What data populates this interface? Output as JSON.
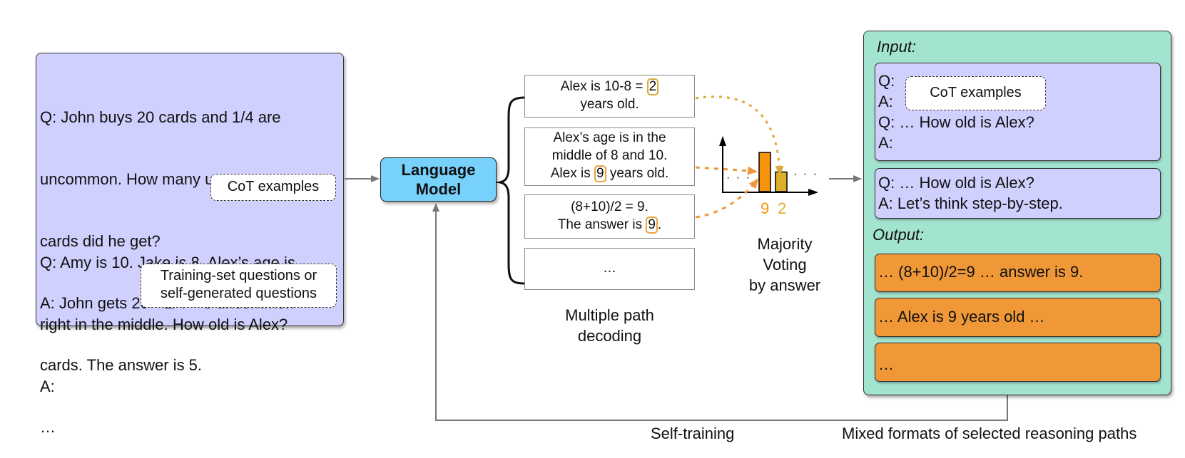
{
  "left_panel": {
    "lines": [
      "Q: John buys 20 cards and 1/4 are",
      "uncommon. How many uncommon",
      "cards did he get?",
      "A: John gets 20 * 1/4 = 5 uncommon",
      "cards. The answer is 5.",
      "…"
    ],
    "cot_tag": "CoT examples",
    "question_lines": [
      "Q: Amy is 10. Jake is 8. Alex’s age is",
      "right in the middle. How old is Alex?",
      "A:"
    ],
    "question_tag_lines": [
      "Training-set questions or",
      "self-generated questions"
    ]
  },
  "language_model": {
    "line1": "Language",
    "line2": "Model"
  },
  "paths": [
    {
      "pre": "Alex is 10-8 = ",
      "answer": "2",
      "post": "",
      "line2": "years old."
    },
    {
      "line1": "Alex’s age is in the",
      "line2": "middle of 8 and 10.",
      "pre": "Alex is ",
      "answer": "9",
      "post": " years old."
    },
    {
      "line1": "(8+10)/2 = 9.",
      "pre": "The answer is ",
      "answer": "9",
      "post": "."
    },
    {
      "line1": "…"
    }
  ],
  "paths_caption": [
    "Multiple path",
    "decoding"
  ],
  "voting": {
    "labels": [
      "9",
      "2"
    ],
    "votes": [
      2,
      1
    ],
    "colors": {
      "answer_9": "#f7930a",
      "answer_2": "#ddb02a"
    },
    "ellipsis": "· · ·",
    "caption": [
      "Majority",
      "Voting",
      "by answer"
    ]
  },
  "right_panel": {
    "input_label": "Input:",
    "input_box1": {
      "q": "Q:",
      "a": "A:",
      "cot_tag": "CoT examples",
      "line3": "Q: … How old is Alex?",
      "line4": "A:"
    },
    "input_box2": {
      "line1": "Q: … How old is Alex?",
      "line2": "A: Let’s think step-by-step."
    },
    "output_label": "Output:",
    "outputs": [
      "… (8+10)/2=9 … answer is 9.",
      "… Alex is 9 years old …",
      "…"
    ]
  },
  "bottom": {
    "self_training": "Self-training",
    "mixed_formats": "Mixed formats of selected reasoning paths"
  },
  "colors": {
    "lavender": "#d0d0ff",
    "lm_blue": "#77d1fb",
    "mint": "#a3e4d0",
    "orange": "#f09838"
  }
}
